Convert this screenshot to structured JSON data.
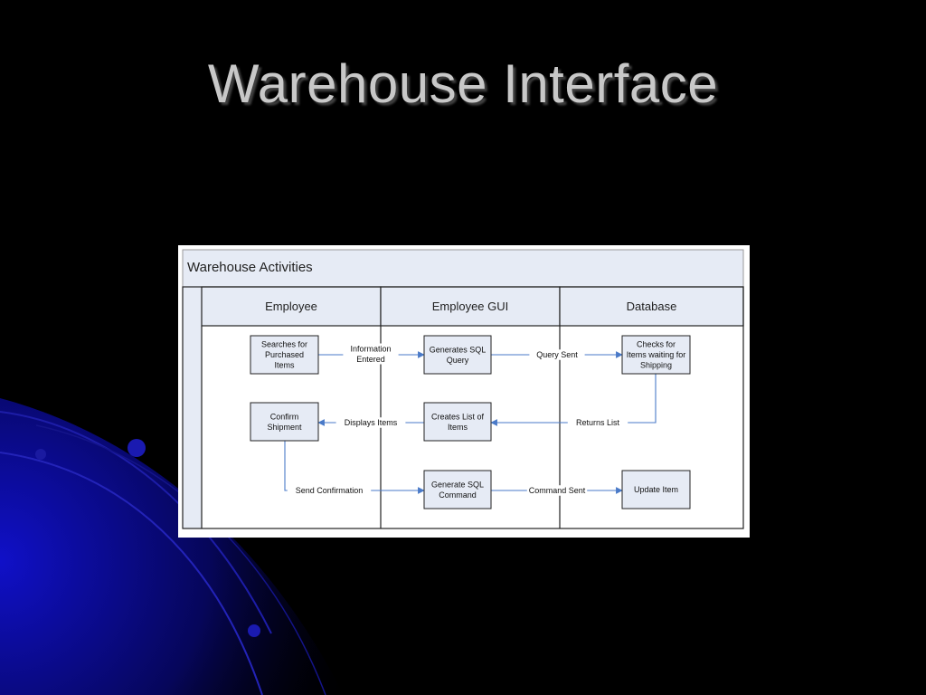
{
  "slide": {
    "title": "Warehouse Interface"
  },
  "diagram": {
    "pool_title": "Warehouse Activities",
    "lanes": [
      {
        "id": "employee",
        "label": "Employee"
      },
      {
        "id": "gui",
        "label": "Employee GUI"
      },
      {
        "id": "database",
        "label": "Database"
      }
    ],
    "nodes": [
      {
        "id": "searches",
        "lane": "employee",
        "lines": [
          "Searches for",
          "Purchased",
          "Items"
        ]
      },
      {
        "id": "confirm",
        "lane": "employee",
        "lines": [
          "Confirm",
          "Shipment"
        ]
      },
      {
        "id": "gen_query",
        "lane": "gui",
        "lines": [
          "Generates SQL",
          "Query"
        ]
      },
      {
        "id": "create_list",
        "lane": "gui",
        "lines": [
          "Creates List of",
          "Items"
        ]
      },
      {
        "id": "gen_command",
        "lane": "gui",
        "lines": [
          "Generate SQL",
          "Command"
        ]
      },
      {
        "id": "checks",
        "lane": "database",
        "lines": [
          "Checks for",
          "Items waiting for",
          "Shipping"
        ]
      },
      {
        "id": "update",
        "lane": "database",
        "lines": [
          "Update Item"
        ]
      }
    ],
    "edges": [
      {
        "from": "searches",
        "to": "gen_query",
        "lines": [
          "Information",
          "Entered"
        ]
      },
      {
        "from": "gen_query",
        "to": "checks",
        "lines": [
          "Query  Sent"
        ]
      },
      {
        "from": "checks",
        "to": "create_list",
        "lines": [
          "Returns List"
        ]
      },
      {
        "from": "create_list",
        "to": "confirm",
        "lines": [
          "Displays Items"
        ]
      },
      {
        "from": "confirm",
        "to": "gen_command",
        "lines": [
          "Send Confirmation"
        ]
      },
      {
        "from": "gen_command",
        "to": "update",
        "lines": [
          "Command Sent"
        ]
      }
    ],
    "colors": {
      "node_fill": "#e6ebf5",
      "header_fill": "#e6ebf5",
      "edge": "#4a7ac8",
      "border": "#222222"
    }
  }
}
